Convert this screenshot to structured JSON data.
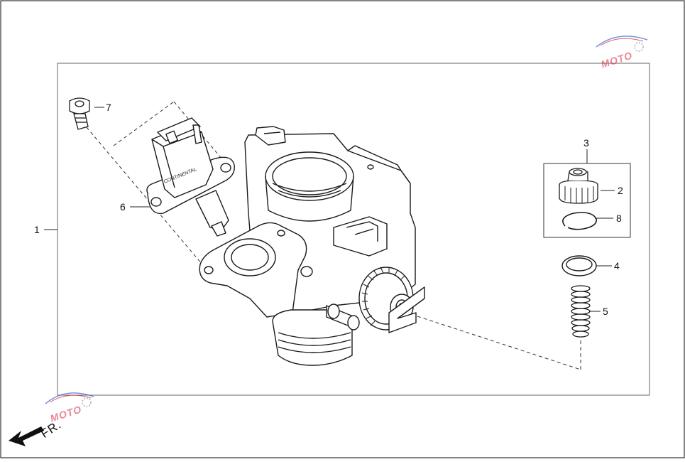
{
  "callouts": {
    "c1": "1",
    "c2": "2",
    "c3": "3",
    "c4": "4",
    "c5": "5",
    "c6": "6",
    "c7": "7",
    "c8": "8"
  },
  "front_label": "FR.",
  "watermark_text": "MOTO",
  "colors": {
    "line": "#222222",
    "frame": "#555555",
    "watermark_red": "#d7263d",
    "watermark_blue": "#4a6fd8"
  }
}
